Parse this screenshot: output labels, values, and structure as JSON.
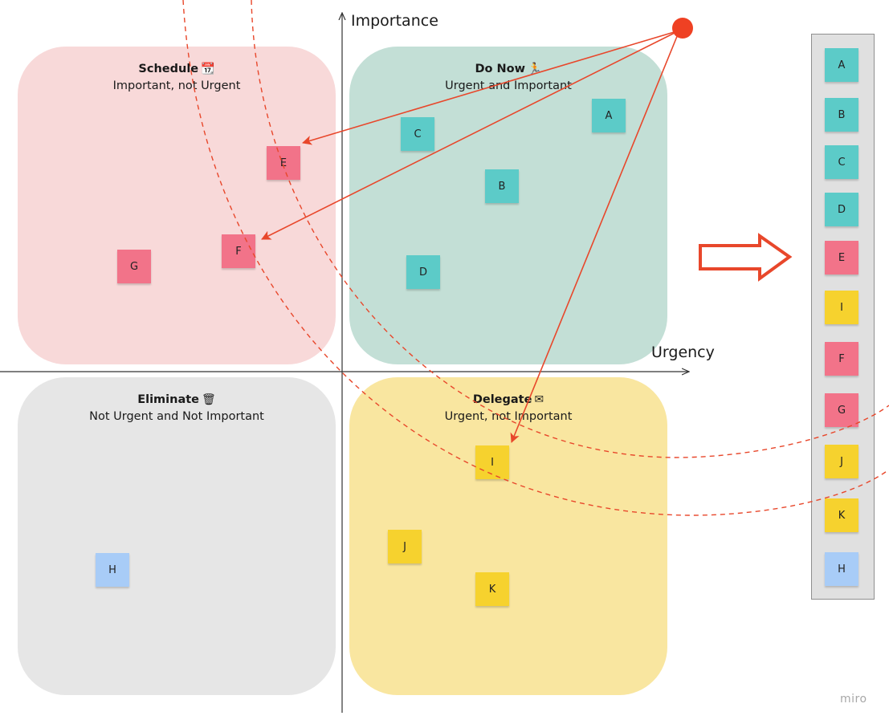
{
  "axes": {
    "y_label": "Importance",
    "x_label": "Urgency"
  },
  "quadrants": {
    "schedule": {
      "title": "Schedule",
      "subtitle": "Important, not Urgent",
      "icon": "calendar-icon"
    },
    "do_now": {
      "title": "Do Now",
      "subtitle": "Urgent and Important",
      "icon": "runner-icon"
    },
    "eliminate": {
      "title": "Eliminate",
      "subtitle": "Not Urgent and Not Important",
      "icon": "trash-icon"
    },
    "delegate": {
      "title": "Delegate",
      "subtitle": "Urgent, not Important",
      "icon": "envelope-icon"
    }
  },
  "notes": {
    "A": "A",
    "B": "B",
    "C": "C",
    "D": "D",
    "E": "E",
    "F": "F",
    "G": "G",
    "H": "H",
    "I": "I",
    "J": "J",
    "K": "K"
  },
  "ranked_list": [
    "A",
    "B",
    "C",
    "D",
    "E",
    "I",
    "F",
    "G",
    "J",
    "K",
    "H"
  ],
  "colors": {
    "teal": "#5ccbc8",
    "pink": "#f27389",
    "yellow": "#f6d22e",
    "blue": "#a8ccf7",
    "accent": "#e8472b"
  },
  "watermark": "miro"
}
